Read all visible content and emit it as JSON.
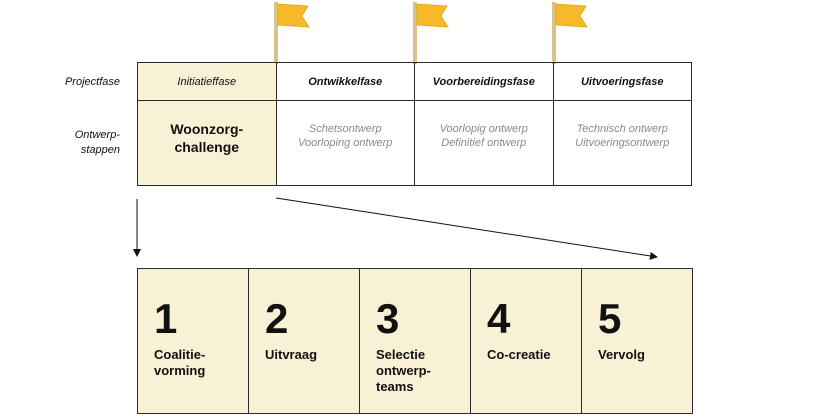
{
  "row_labels": {
    "projectfase": "Projectfase",
    "ontwerpstappen_line1": "Ontwerp-",
    "ontwerpstappen_line2": "stappen"
  },
  "phases": [
    {
      "title": "Initiatieffase",
      "lines": [
        "Woonzorg-",
        "challenge"
      ]
    },
    {
      "title": "Ontwikkelfase",
      "lines": [
        "Schetsontwerp",
        "Voorloping ontwerp"
      ]
    },
    {
      "title": "Voorbereidingsfase",
      "lines": [
        "Voorlopig ontwerp",
        "Definitief ontwerp"
      ]
    },
    {
      "title": "Uitvoeringsfase",
      "lines": [
        "Technisch ontwerp",
        "Uitvoeringsontwerp"
      ]
    }
  ],
  "steps": [
    {
      "number": "1",
      "label": "Coalitie-\nvorming"
    },
    {
      "number": "2",
      "label": "Uitvraag"
    },
    {
      "number": "3",
      "label": "Selectie\nontwerp-\nteams"
    },
    {
      "number": "4",
      "label": "Co-creatie"
    },
    {
      "number": "5",
      "label": "Vervolg"
    }
  ],
  "colors": {
    "highlight": "#f9f1d6",
    "flag": "#f5b92a",
    "flag_pole": "#d9c38a",
    "border": "#2b2b2b",
    "muted_text": "#8a8a8a"
  },
  "icons": {
    "milestone": "flag-icon",
    "connector": "arrow-icon"
  }
}
